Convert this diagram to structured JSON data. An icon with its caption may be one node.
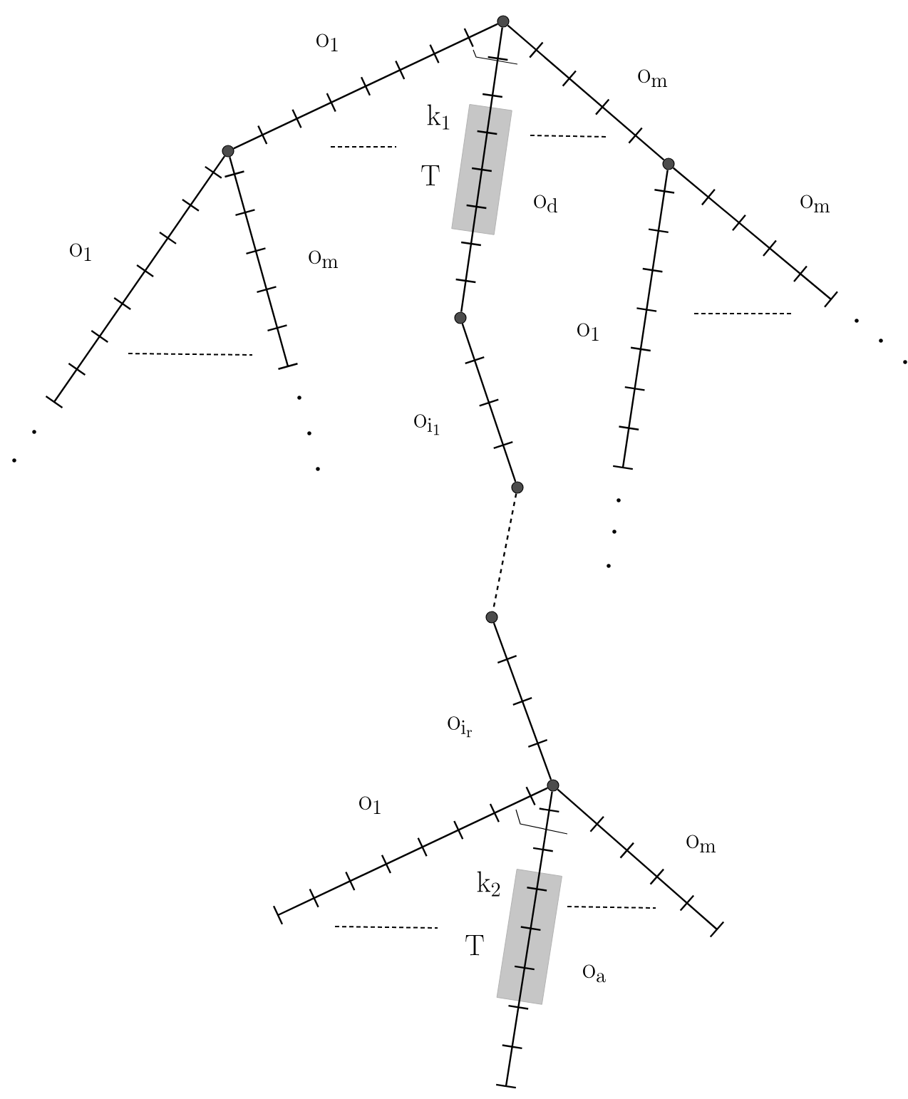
{
  "diagram": {
    "nodes": [
      {
        "text": [],
        "shape": "circle"
      },
      {
        "text": [],
        "shape": "circle"
      },
      {
        "text": [],
        "shape": "circle"
      },
      {
        "text": [],
        "shape": "circle"
      },
      {
        "text": [],
        "shape": "circle"
      },
      {
        "text": [],
        "shape": "circle"
      },
      {
        "text": [],
        "shape": "circle"
      }
    ],
    "edges": [
      {
        "from": 0,
        "to": 1,
        "arrow": "none"
      },
      {
        "from": 0,
        "to": 3,
        "arrow": "none"
      },
      {
        "from": 0,
        "to": 2,
        "arrow": "none"
      },
      {
        "from": 1,
        "to": null,
        "arrow": "none"
      },
      {
        "from": 1,
        "to": null,
        "arrow": "none"
      },
      {
        "from": 2,
        "to": null,
        "arrow": "none"
      },
      {
        "from": 2,
        "to": null,
        "arrow": "none"
      },
      {
        "from": 3,
        "to": 4,
        "arrow": "none"
      },
      {
        "from": 4,
        "to": 5,
        "arrow": "none",
        "style": "dashed"
      },
      {
        "from": 5,
        "to": 6,
        "arrow": "none"
      },
      {
        "from": 6,
        "to": null,
        "arrow": "none"
      },
      {
        "from": 6,
        "to": null,
        "arrow": "none"
      },
      {
        "from": 6,
        "to": null,
        "arrow": "none"
      }
    ],
    "labels": [
      "o_1",
      "o_m",
      "k_1",
      "T",
      "o_d",
      "o_m",
      "o_1",
      "o_m",
      "o_1",
      "o_{i_1}",
      "o_{i_r}",
      "o_1",
      "o_m",
      "k_2",
      "T",
      "o_a"
    ]
  }
}
